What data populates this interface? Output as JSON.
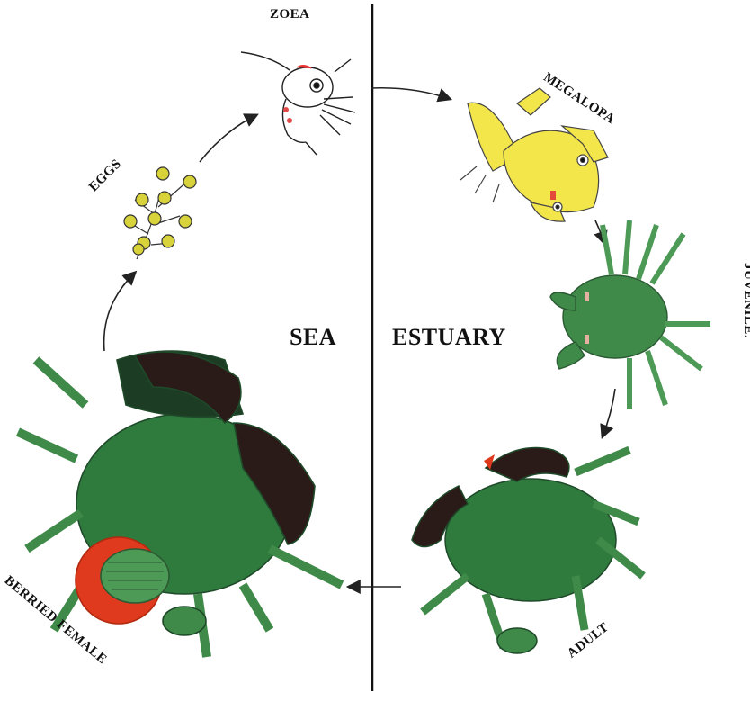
{
  "stages": {
    "zoea": "ZOEA",
    "megalopa": "MEGALOPA",
    "juvenile": "JUVENILE.",
    "adult": "ADULT",
    "berried_female": "BERRIED FEMALE",
    "eggs": "EGGS"
  },
  "regions": {
    "sea": "SEA",
    "estuary": "ESTUARY"
  },
  "colors": {
    "crab_green": "#3f8a49",
    "crab_dark": "#1f4a2a",
    "claw_dark": "#2a1a18",
    "megalopa_yellow": "#f3e64a",
    "egg_yellow": "#d8d33a",
    "egg_mass_red": "#e03a1e",
    "divider": "#111111"
  }
}
